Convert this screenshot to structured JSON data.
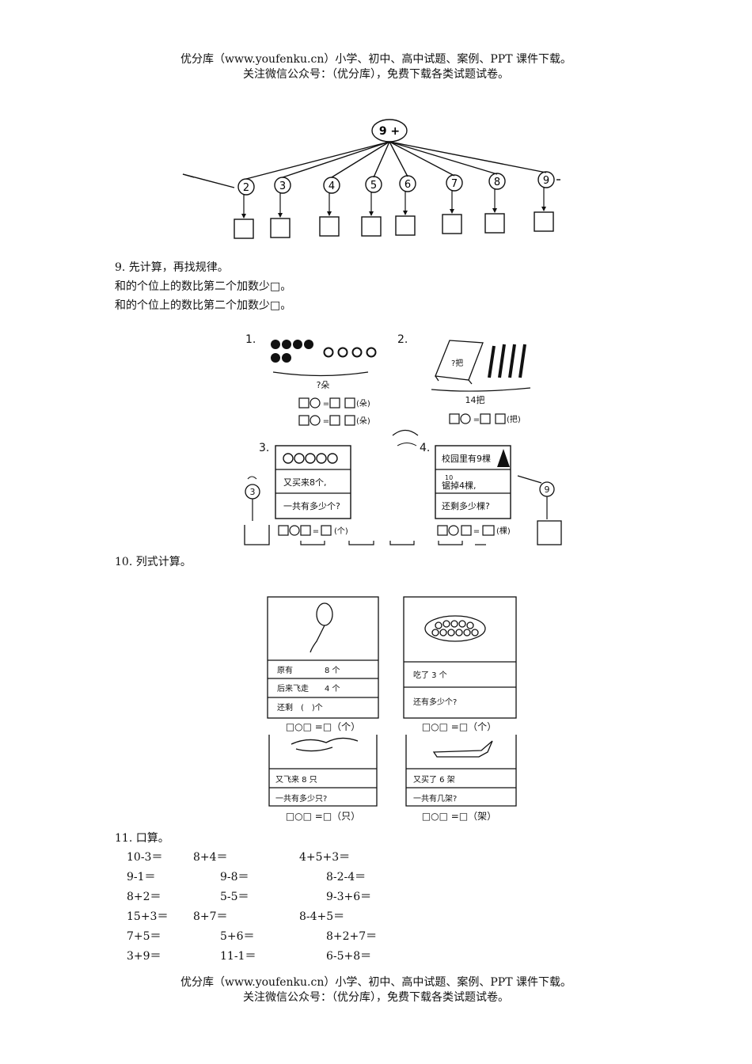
{
  "header": {
    "line1": "优分库（www.youfenku.cn）小学、初中、高中试题、案例、PPT 课件下载。",
    "line2": "关注微信公众号：（优分库），免费下载各类试题试卷。"
  },
  "footer": {
    "line1": "优分库（www.youfenku.cn）小学、初中、高中试题、案例、PPT 课件下载。",
    "line2": "关注微信公众号：（优分库），免费下载各类试题试卷。"
  },
  "tree": {
    "root": "9 +",
    "leaves": [
      "2",
      "3",
      "4",
      "5",
      "6",
      "7",
      "8",
      "9"
    ]
  },
  "q9": {
    "title": "9. 先计算，再找规律。",
    "line1": "和的个位上的数比第二个加数少□。",
    "line2": "和的个位上的数比第二个加数少□。"
  },
  "panels": {
    "p1": {
      "num": "1.",
      "caption": "?朵",
      "unit1": "(朵)",
      "unit2": "(朵)"
    },
    "p2": {
      "num": "2.",
      "book_label": "?把",
      "caption": "14把",
      "unit": "(把)"
    },
    "p3": {
      "num": "3.",
      "row2": "又买来8个,",
      "row3": "一共有多少个?",
      "unit": "(个)",
      "side_num": "3"
    },
    "p4": {
      "num": "4.",
      "row1": "校园里有9棵",
      "row2_small": "10",
      "row2": "锯掉4棵,",
      "row3": "还剩多少棵?",
      "unit": "(棵)",
      "side_num": "9"
    }
  },
  "q10": {
    "title": "10. 列式计算。",
    "card1": {
      "r1a": "原有",
      "r1b": "8 个",
      "r2a": "后来飞走",
      "r2b": "4 个",
      "r3": "还剩　(　)个",
      "formula": "□○□ =□（个）"
    },
    "card2": {
      "r1": "吃了 3 个",
      "r2": "还有多少个?",
      "formula": "□○□ =□（个）"
    },
    "card3": {
      "r1": "又飞来 8 只",
      "r2": "一共有多少只?",
      "formula": "□○□ =□（只）"
    },
    "card4": {
      "r1": "又买了 6 架",
      "r2": "一共有几架?",
      "formula": "□○□ =□（架）"
    }
  },
  "q11": {
    "title": "11. 口算。",
    "rows": [
      [
        "10-3＝",
        "8+4＝",
        "4+5+3＝"
      ],
      [
        "9-1＝",
        "9-8＝",
        "8-2-4＝"
      ],
      [
        "8+2＝",
        "5-5＝",
        "9-3+6＝"
      ],
      [
        "15+3＝",
        "8+7＝",
        "8-4+5＝"
      ],
      [
        "7+5＝",
        "5+6＝",
        "8+2+7＝"
      ],
      [
        "3+9＝",
        "11-1＝",
        "6-5+8＝"
      ]
    ]
  }
}
